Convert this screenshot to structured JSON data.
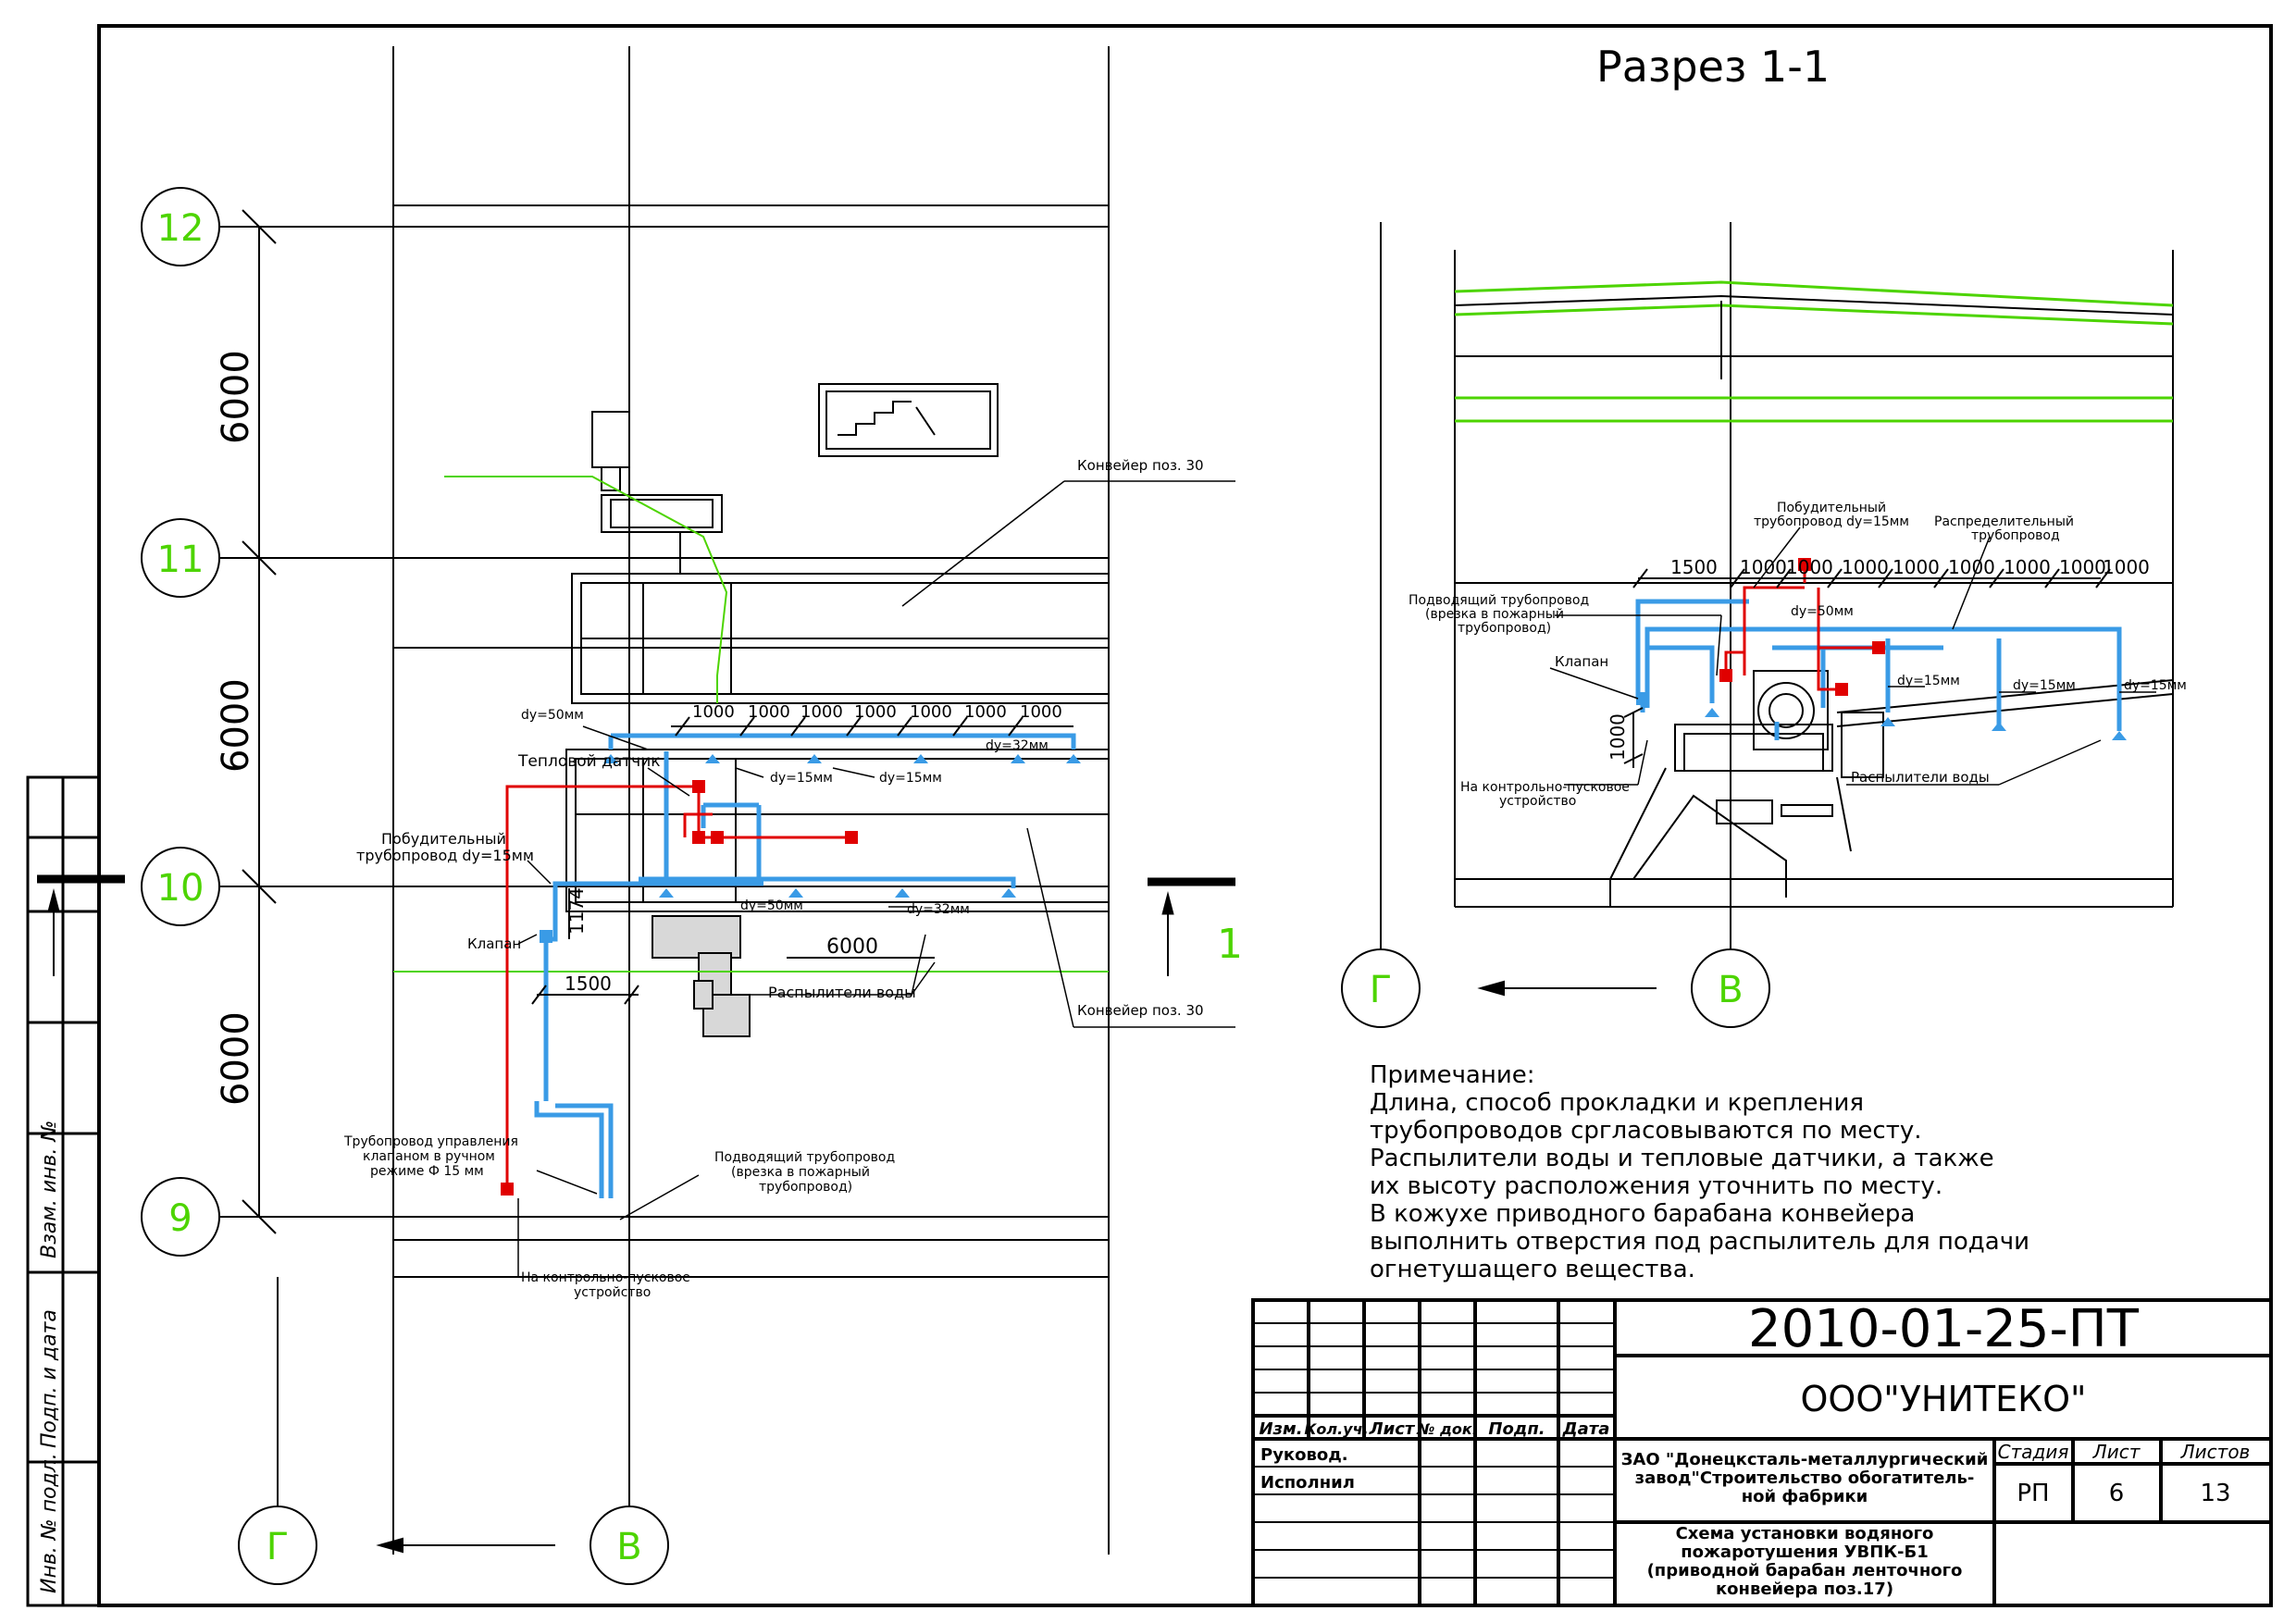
{
  "section_title": "Разрез 1-1",
  "axes": {
    "rows": [
      "12",
      "11",
      "10",
      "9"
    ],
    "columns": [
      "Г",
      "В"
    ],
    "section_mark": "1"
  },
  "plan": {
    "dimensions_vertical": [
      "6000",
      "6000",
      "6000"
    ],
    "top_dims": [
      "1000",
      "1000",
      "1000",
      "1000",
      "1000",
      "1000",
      "1000"
    ],
    "labels": {
      "conveyor_top": "Конвейер поз. 30",
      "conveyor_bottom": "Конвейер поз. 30",
      "dy50_top": "dy=50мм",
      "thermal_sensor": "Тепловой датчик",
      "dy15_a": "dy=15мм",
      "dy15_b": "dy=15мм",
      "dy32_top": "dy=32мм",
      "inducer_line1": "Побудительный",
      "inducer_line2": "трубопровод dy=15мм",
      "dim_1174": "1174",
      "dy50_bottom": "dy=50мм",
      "dy32_bottom": "dy=32мм",
      "valve": "Клапан",
      "dim_6000": "6000",
      "dim_1500": "1500",
      "sprinklers": "Распылители воды",
      "control_pipe_1": "Трубопровод управления",
      "control_pipe_2": "клапаном в ручном",
      "control_pipe_3": "режиме Ф 15 мм",
      "supply_1": "Подводящий трубопровод",
      "supply_2": "(врезка в пожарный",
      "supply_3": "трубопровод)",
      "control_device_1": "На контрольно-пусковое",
      "control_device_2": "устройство"
    }
  },
  "section": {
    "dims": [
      "1500",
      "1000",
      "1000",
      "1000",
      "1000",
      "1000",
      "1000",
      "1000",
      "1000"
    ],
    "dim_vertical": "1000",
    "labels": {
      "inducer_1": "Побудительный",
      "inducer_2": "трубопровод dy=15мм",
      "distrib_1": "Распределительный",
      "distrib_2": "трубопровод",
      "supply_1": "Подводящий трубопровод",
      "supply_2": "(врезка в пожарный",
      "supply_3": "трубопровод)",
      "dy50": "dy=50мм",
      "valve": "Клапан",
      "dy15_a": "dy=15мм",
      "dy15_b": "dy=15мм",
      "dy15_c": "dy=15мм",
      "control_1": "На контрольно-пусковое",
      "control_2": "устройство",
      "sprinklers": "Распылители воды"
    }
  },
  "note": {
    "heading": "Примечание:",
    "lines": [
      "Длина, способ прокладки и крепления",
      "трубопроводов сргласовываются по месту.",
      "Распылители воды и тепловые датчики, а также",
      "их высоту расположения уточнить по месту.",
      "В кожухе приводного барабана конвейера",
      "выполнить отверстия под распылитель для подачи",
      "огнетушащего вещества."
    ]
  },
  "side_stamp": [
    "Взам. инв. №",
    "Подп. и дата",
    "Инв. № подл."
  ],
  "title_block": {
    "doc_code": "2010-01-25-ПТ",
    "company": "ООО\"УНИТЕКО\"",
    "headers": [
      "Изм.",
      "Кол.уч.",
      "Лист",
      "№ док.",
      "Подп.",
      "Дата"
    ],
    "roles": [
      "Руковод.",
      "Исполнил"
    ],
    "project_1": "ЗАО \"Донецксталь-металлургический",
    "project_2": "завод\"Строительство обогатитель-",
    "project_3": "ной фабрики",
    "stage_label": "Стадия",
    "sheet_label": "Лист",
    "sheets_label": "Листов",
    "stage": "РП",
    "sheet": "6",
    "sheets": "13",
    "desc_1": "Схема установки водяного",
    "desc_2": "пожаротушения УВПК-Б1",
    "desc_3": "(приводной барабан ленточного",
    "desc_4": "конвейера поз.17)"
  },
  "colors": {
    "water_pipe": "#3a9be6",
    "control_pipe": "#e00000",
    "axis_circle": "#4dd400",
    "roof_line": "#4dd400"
  }
}
